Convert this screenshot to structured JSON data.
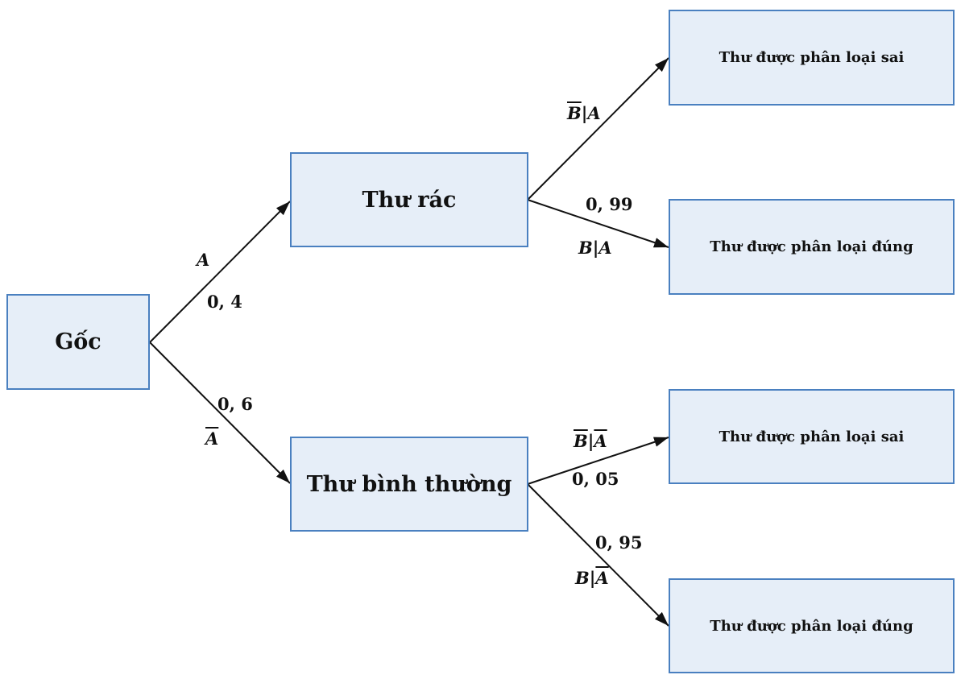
{
  "nodes": {
    "root": "Gốc",
    "spam": "Thư rác",
    "normal": "Thư bình thường",
    "spam_wrong": "Thư được phân loại sai",
    "spam_right": "Thư được phân loại đúng",
    "normal_wrong": "Thư được phân loại sai",
    "normal_right": "Thư được phân loại đúng"
  },
  "edges": {
    "root_spam": {
      "event": "A",
      "prob": "0, 4"
    },
    "root_normal": {
      "event_bar": "A",
      "prob": "0, 6"
    },
    "spam_wrong": {
      "event_bar": "B",
      "given": "|A",
      "prob": ""
    },
    "spam_right": {
      "event": "B|A",
      "prob": "0, 99"
    },
    "normal_wrong": {
      "event_bar": "B",
      "sep": "|",
      "given_bar": "A",
      "prob": "0, 05"
    },
    "normal_right": {
      "event": "B|",
      "given_bar": "A",
      "prob": "0, 95"
    }
  },
  "colors": {
    "box_fill": "#e6eef8",
    "box_border": "#4a80c0",
    "arrow": "#111111"
  }
}
